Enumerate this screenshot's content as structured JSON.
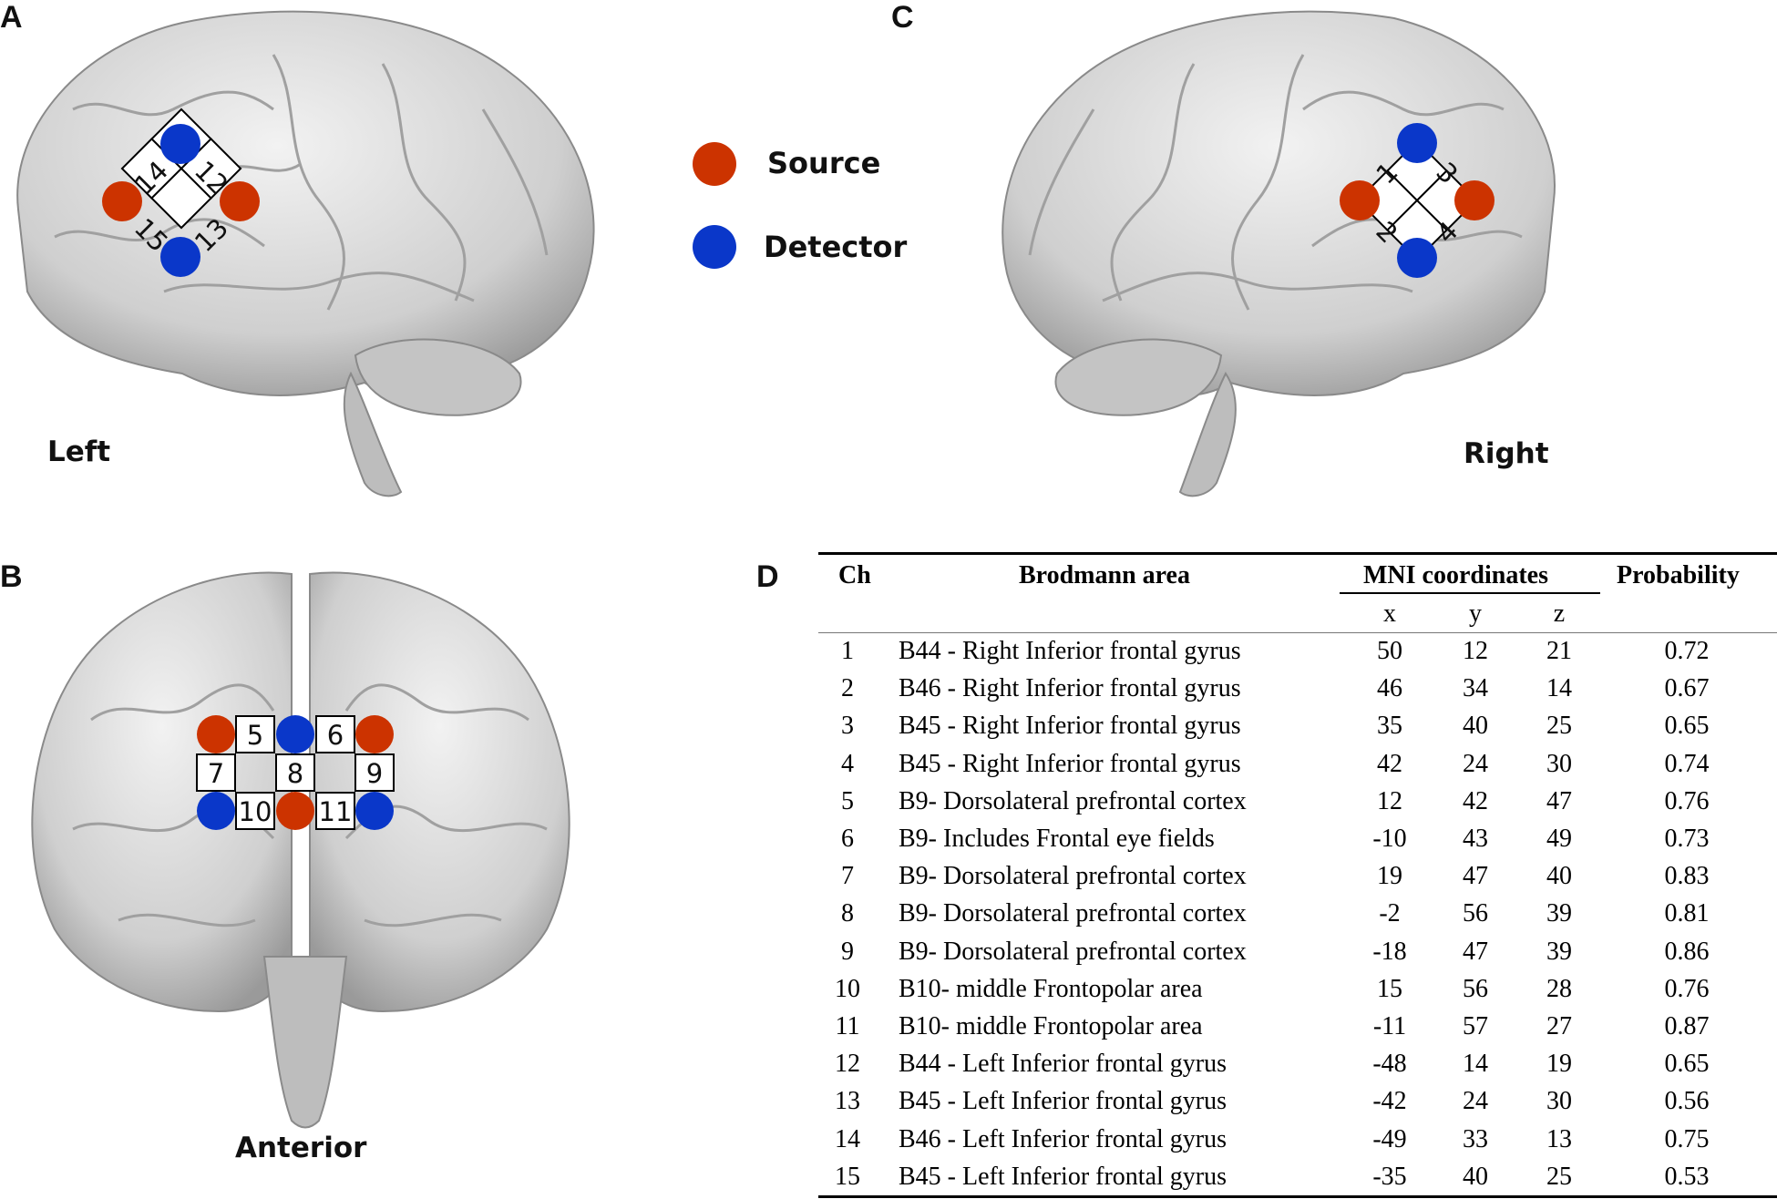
{
  "colors": {
    "source": "#cc3300",
    "detector": "#0a37c9",
    "brain": "#d8d8d8"
  },
  "panels": {
    "A": {
      "letter": "A",
      "view": "Left"
    },
    "B": {
      "letter": "B",
      "view": "Anterior"
    },
    "C": {
      "letter": "C",
      "view": "Right"
    },
    "D": {
      "letter": "D"
    }
  },
  "legend": {
    "source": "Source",
    "detector": "Detector"
  },
  "channels_left": [
    "14",
    "12",
    "15",
    "13"
  ],
  "channels_right": [
    "1",
    "3",
    "2",
    "4"
  ],
  "channels_anterior": [
    "5",
    "6",
    "7",
    "8",
    "9",
    "10",
    "11"
  ],
  "table": {
    "headers": {
      "ch": "Ch",
      "area": "Brodmann area",
      "mni": "MNI coordinates",
      "prob": "Probability",
      "x": "x",
      "y": "y",
      "z": "z"
    },
    "rows": [
      {
        "ch": "1",
        "area": "B44 - Right Inferior frontal gyrus",
        "x": "50",
        "y": "12",
        "z": "21",
        "p": "0.72"
      },
      {
        "ch": "2",
        "area": "B46 - Right Inferior frontal gyrus",
        "x": "46",
        "y": "34",
        "z": "14",
        "p": "0.67"
      },
      {
        "ch": "3",
        "area": "B45 - Right Inferior frontal gyrus",
        "x": "35",
        "y": "40",
        "z": "25",
        "p": "0.65"
      },
      {
        "ch": "4",
        "area": "B45 - Right Inferior frontal gyrus",
        "x": "42",
        "y": "24",
        "z": "30",
        "p": "0.74"
      },
      {
        "ch": "5",
        "area": "B9- Dorsolateral prefrontal cortex",
        "x": "12",
        "y": "42",
        "z": "47",
        "p": "0.76"
      },
      {
        "ch": "6",
        "area": "B9- Includes Frontal eye fields",
        "x": "-10",
        "y": "43",
        "z": "49",
        "p": "0.73"
      },
      {
        "ch": "7",
        "area": "B9- Dorsolateral prefrontal cortex",
        "x": "19",
        "y": "47",
        "z": "40",
        "p": "0.83"
      },
      {
        "ch": "8",
        "area": "B9- Dorsolateral prefrontal cortex",
        "x": "-2",
        "y": "56",
        "z": "39",
        "p": "0.81"
      },
      {
        "ch": "9",
        "area": "B9- Dorsolateral prefrontal cortex",
        "x": "-18",
        "y": "47",
        "z": "39",
        "p": "0.86"
      },
      {
        "ch": "10",
        "area": "B10- middle Frontopolar area",
        "x": "15",
        "y": "56",
        "z": "28",
        "p": "0.76"
      },
      {
        "ch": "11",
        "area": "B10- middle Frontopolar area",
        "x": "-11",
        "y": "57",
        "z": "27",
        "p": "0.87"
      },
      {
        "ch": "12",
        "area": "B44 - Left Inferior frontal gyrus",
        "x": "-48",
        "y": "14",
        "z": "19",
        "p": "0.65"
      },
      {
        "ch": "13",
        "area": "B45 - Left Inferior frontal gyrus",
        "x": "-42",
        "y": "24",
        "z": "30",
        "p": "0.56"
      },
      {
        "ch": "14",
        "area": "B46 - Left Inferior frontal gyrus",
        "x": "-49",
        "y": "33",
        "z": "13",
        "p": "0.75"
      },
      {
        "ch": "15",
        "area": "B45 - Left Inferior frontal gyrus",
        "x": "-35",
        "y": "40",
        "z": "25",
        "p": "0.53"
      }
    ]
  }
}
